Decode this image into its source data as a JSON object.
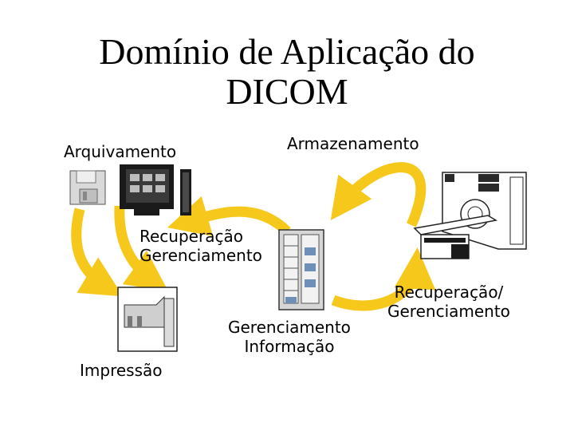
{
  "title": {
    "line1": "Domínio de Aplicação do",
    "line2": "DICOM"
  },
  "labels": {
    "archiving": "Arquivamento",
    "storage": "Armazenamento",
    "retrieval_mgmt_left_1": "Recuperação",
    "retrieval_mgmt_left_2": "Gerenciamento",
    "retrieval_mgmt_right_1": "Recuperação/",
    "retrieval_mgmt_right_2": "Gerenciamento",
    "info_mgmt_1": "Gerenciamento",
    "info_mgmt_2": "Informação",
    "printing": "Impressão"
  },
  "colors": {
    "arrow": "#f6c81c",
    "device_light": "#d9d9d9",
    "device_dark": "#1a1a1a",
    "server_blue": "#6d8fb8"
  },
  "icons": [
    "floppy-disk-icon",
    "workstation-monitor-icon",
    "mri-scanner-icon",
    "server-rack-icon",
    "film-printer-icon"
  ]
}
